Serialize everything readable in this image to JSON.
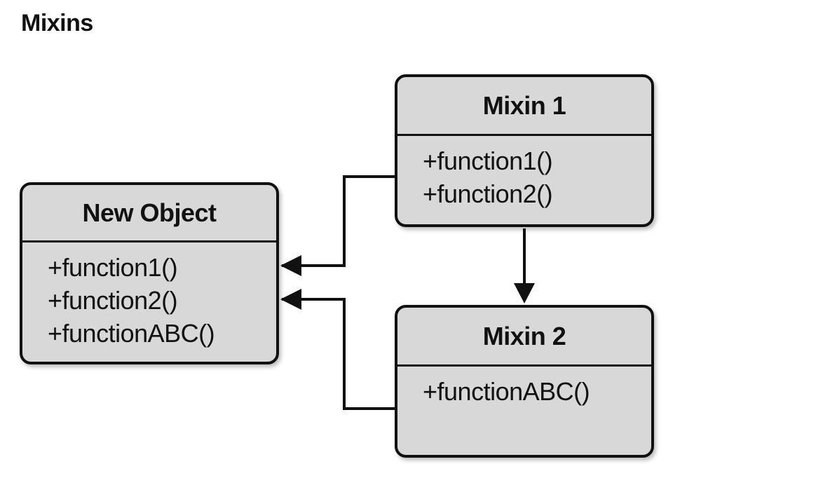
{
  "title": "Mixins",
  "boxes": {
    "new_object": {
      "name": "New Object",
      "methods": [
        "+function1()",
        "+function2()",
        "+functionABC()"
      ]
    },
    "mixin_1": {
      "name": "Mixin 1",
      "methods": [
        "+function1()",
        "+function2()"
      ]
    },
    "mixin_2": {
      "name": "Mixin 2",
      "methods": [
        "+functionABC()"
      ]
    }
  },
  "connections": [
    {
      "from": "Mixin 1",
      "to": "New Object"
    },
    {
      "from": "Mixin 2",
      "to": "New Object"
    },
    {
      "from": "Mixin 1",
      "to": "Mixin 2"
    }
  ],
  "colors": {
    "box_fill": "#d9d8d8",
    "stroke": "#111111"
  }
}
